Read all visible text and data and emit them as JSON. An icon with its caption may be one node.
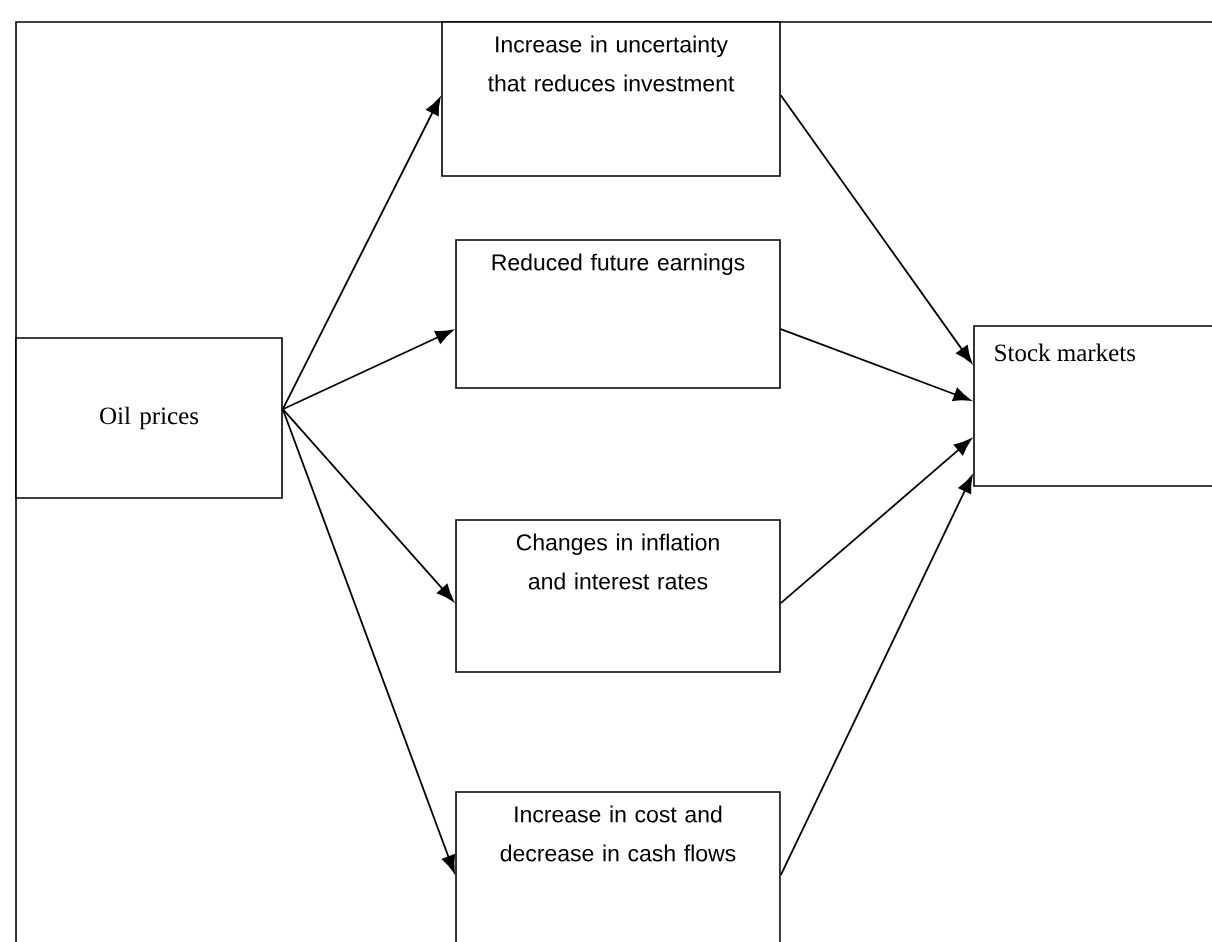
{
  "diagram": {
    "nodes": [
      {
        "text": [
          "Oil prices"
        ]
      },
      {
        "text": [
          "Increase in uncertainty that reduces investment"
        ]
      },
      {
        "text": [
          "Reduced future earnings"
        ]
      },
      {
        "text": [
          "Changes in inflation and interest rates"
        ]
      },
      {
        "text": [
          "Increase in cost and decrease in cash flows"
        ]
      },
      {
        "text": [
          "Stock markets"
        ]
      }
    ],
    "edges": [
      {
        "from": 0,
        "to": 1,
        "arrow": "to"
      },
      {
        "from": 0,
        "to": 2,
        "arrow": "to"
      },
      {
        "from": 0,
        "to": 3,
        "arrow": "to"
      },
      {
        "from": 0,
        "to": 4,
        "arrow": "to"
      },
      {
        "from": 1,
        "to": 5,
        "arrow": "to"
      },
      {
        "from": 2,
        "to": 5,
        "arrow": "to"
      },
      {
        "from": 3,
        "to": 5,
        "arrow": "to"
      },
      {
        "from": 4,
        "to": 5,
        "arrow": "to"
      }
    ]
  }
}
